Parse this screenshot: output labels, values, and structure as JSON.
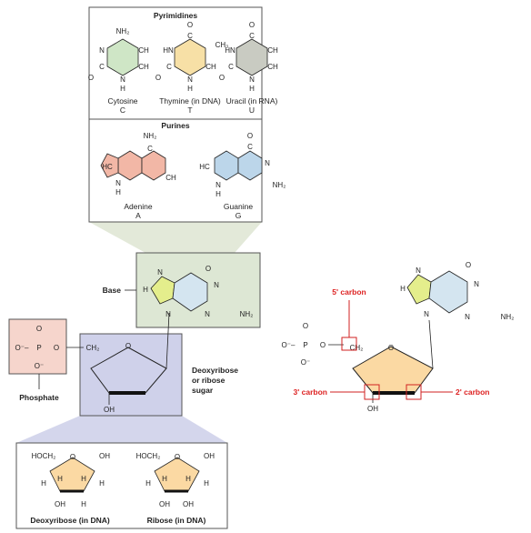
{
  "pyrimidines": {
    "heading": "Pyrimidines",
    "cytosine": {
      "name": "Cytosine",
      "letter": "C"
    },
    "thymine": {
      "name": "Thymine (in DNA)",
      "letter": "T"
    },
    "uracil": {
      "name": "Uracil (in RNA)",
      "letter": "U"
    }
  },
  "purines": {
    "heading": "Purines",
    "adenine": {
      "name": "Adenine",
      "letter": "A"
    },
    "guanine": {
      "name": "Guanine",
      "letter": "G"
    }
  },
  "nucleotide": {
    "base_label": "Base",
    "phosphate_label": "Phosphate",
    "sugar_label": [
      "Deoxyribose",
      "or ribose",
      "sugar"
    ]
  },
  "sugars": {
    "deoxyribose": "Deoxyribose (in DNA)",
    "ribose": "Ribose (in DNA)"
  },
  "carbons": {
    "five": "5' carbon",
    "three": "3' carbon",
    "two": "2' carbon"
  },
  "atoms": {
    "NH2": "NH₂",
    "O": "O",
    "N": "N",
    "H": "H",
    "C": "C",
    "CH": "CH",
    "HC": "HC",
    "HN": "HN",
    "CH3": "CH₃",
    "OH": "OH",
    "HOCH2": "HOCH₂",
    "CH2": "CH₂",
    "P": "P",
    "Ominus": "O⁻",
    "Ominus2": "O⁻–"
  },
  "colors": {
    "pyrimidine_cytosine": "#cfe6c6",
    "pyrimidine_thymine": "#f7e0a6",
    "pyrimidine_uracil": "#c9cbc2",
    "adenine": "#f2b7a6",
    "guanine": "#bcd6ea",
    "base_box": "#dde7d4",
    "phosphate_box": "#f6d5cc",
    "sugar_box": "#cfd1ea",
    "sugar_ring": "#fbd9a3",
    "guanine_imidazole": "#e4ee8c",
    "guanine_pyrimidine": "#d4e5f0",
    "highlight_red": "#d22222"
  }
}
